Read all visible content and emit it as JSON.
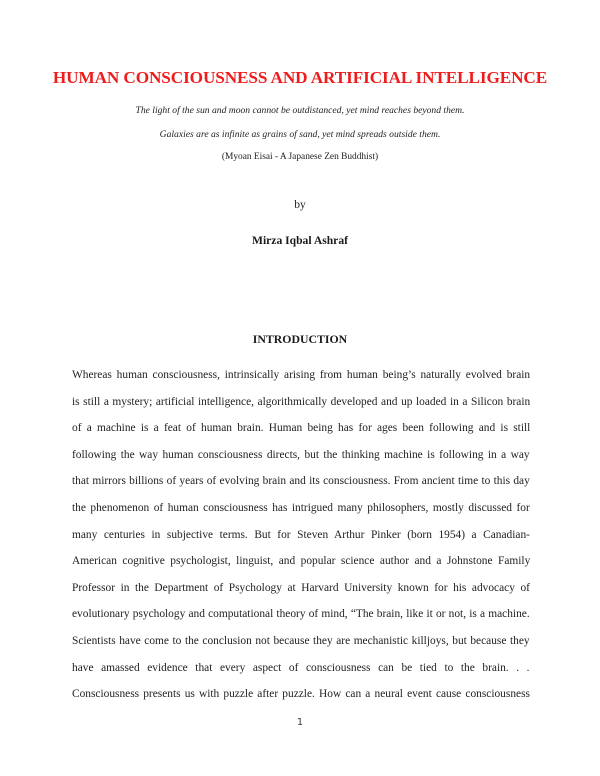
{
  "document": {
    "title": "HUMAN CONSCIOUSNESS AND ARTIFICIAL INTELLIGENCE",
    "title_color": "#ee1c1c",
    "epigraph": [
      "The light of the sun and moon cannot be outdistanced, yet mind reaches beyond them.",
      "Galaxies are as infinite as grains of sand, yet mind spreads outside them."
    ],
    "attribution": "(Myoan Eisai - A Japanese Zen Buddhist)",
    "byline": "by",
    "author": "Mirza Iqbal Ashraf",
    "section_heading": "INTRODUCTION",
    "body_lines": [
      "Whereas human consciousness, intrinsically arising from human being’s naturally evolved brain",
      "is still a mystery; artificial intelligence, algorithmically developed and up loaded in a Silicon brain",
      "of a machine is a feat of human brain. Human being has for ages been following and is still",
      "following the way human consciousness directs, but the thinking machine is following in a way",
      "that mirrors billions of years of evolving brain and its consciousness. From ancient time to this day",
      "the phenomenon of human consciousness has intrigued many philosophers, mostly discussed for",
      "many centuries in subjective terms. But for Steven Arthur Pinker (born 1954) a Canadian-",
      "American cognitive psychologist, linguist, and popular science author and a Johnstone Family",
      "Professor in the Department of Psychology at Harvard University known for his advocacy of",
      "evolutionary psychology and computational theory of mind, “The brain, like it or not, is a machine.",
      "Scientists have come to the conclusion not because they are mechanistic killjoys, but because they",
      "have amassed evidence that every aspect of consciousness can be tied to the brain. . .",
      "Consciousness presents us with puzzle after puzzle. How can a neural event cause consciousness"
    ],
    "page_number": "1"
  }
}
